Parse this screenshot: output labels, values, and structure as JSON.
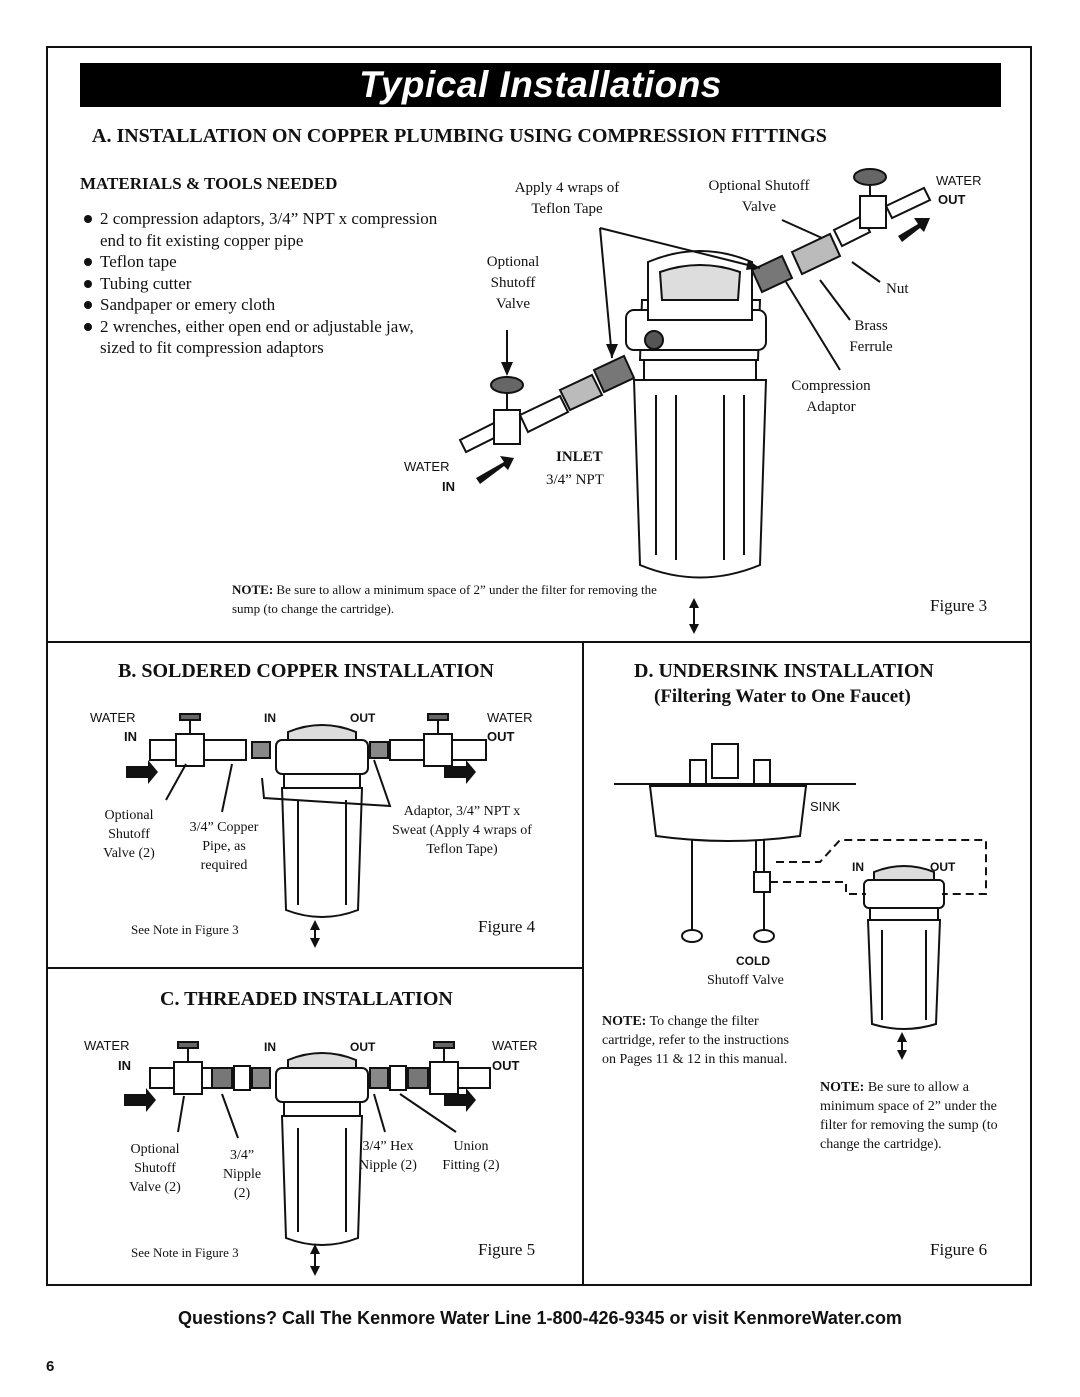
{
  "title": "Typical Installations",
  "section_a": {
    "heading": "A. INSTALLATION ON COPPER PLUMBING USING COMPRESSION FITTINGS",
    "materials_heading": "MATERIALS & TOOLS NEEDED",
    "materials": [
      "2 compression adaptors, 3/4” NPT x compression end to fit existing copper pipe",
      "Teflon tape",
      "Tubing cutter",
      "Sandpaper or emery cloth",
      "2 wrenches, either open end or adjustable jaw, sized to fit compression adaptors"
    ],
    "callouts": {
      "teflon": "Apply 4 wraps of Teflon Tape",
      "opt_valve_top": "Optional Shutoff Valve",
      "opt_valve_left": "Optional Shutoff Valve",
      "nut": "Nut",
      "ferrule": "Brass Ferrule",
      "compression": "Compression Adaptor",
      "water_out_1": "WATER",
      "water_out_2": "OUT",
      "water_in_1": "WATER",
      "water_in_2": "IN",
      "inlet": "INLET",
      "inlet_size": "3/4” NPT"
    },
    "note_label": "NOTE:",
    "note_text": "Be sure to allow a minimum space of 2” under the filter for removing the sump (to change the cartridge).",
    "figure": "Figure 3"
  },
  "section_b": {
    "heading": "B. SOLDERED COPPER INSTALLATION",
    "water_in_1": "WATER",
    "water_in_2": "IN",
    "water_out_1": "WATER",
    "water_out_2": "OUT",
    "in_label": "IN",
    "out_label": "OUT",
    "opt_valve": "Optional Shutoff Valve (2)",
    "copper_pipe": "3/4” Copper Pipe, as required",
    "adaptor": "Adaptor, 3/4” NPT x Sweat (Apply 4 wraps of Teflon Tape)",
    "see_note": "See Note in Figure 3",
    "figure": "Figure 4"
  },
  "section_c": {
    "heading": "C. THREADED INSTALLATION",
    "water_in_1": "WATER",
    "water_in_2": "IN",
    "water_out_1": "WATER",
    "water_out_2": "OUT",
    "in_label": "IN",
    "out_label": "OUT",
    "opt_valve": "Optional Shutoff Valve (2)",
    "nipple": "3/4” Nipple (2)",
    "hex_nipple": "3/4” Hex Nipple (2)",
    "union": "Union Fitting (2)",
    "see_note": "See Note in Figure 3",
    "figure": "Figure 5"
  },
  "section_d": {
    "heading": "D. UNDERSINK INSTALLATION",
    "subheading": "(Filtering Water to One Faucet)",
    "sink": "SINK",
    "in_label": "IN",
    "out_label": "OUT",
    "cold": "COLD",
    "shutoff": "Shutoff Valve",
    "note1_label": "NOTE:",
    "note1_text": "To change the filter cartridge, refer to the instructions on Pages 11 & 12 in this manual.",
    "note2_label": "NOTE:",
    "note2_text": "Be sure to allow a minimum space of 2” under the filter for removing the sump (to change the cartridge).",
    "figure": "Figure 6"
  },
  "footer": "Questions? Call The Kenmore Water Line 1-800-426-9345 or visit KenmoreWater.com",
  "page_number": "6"
}
